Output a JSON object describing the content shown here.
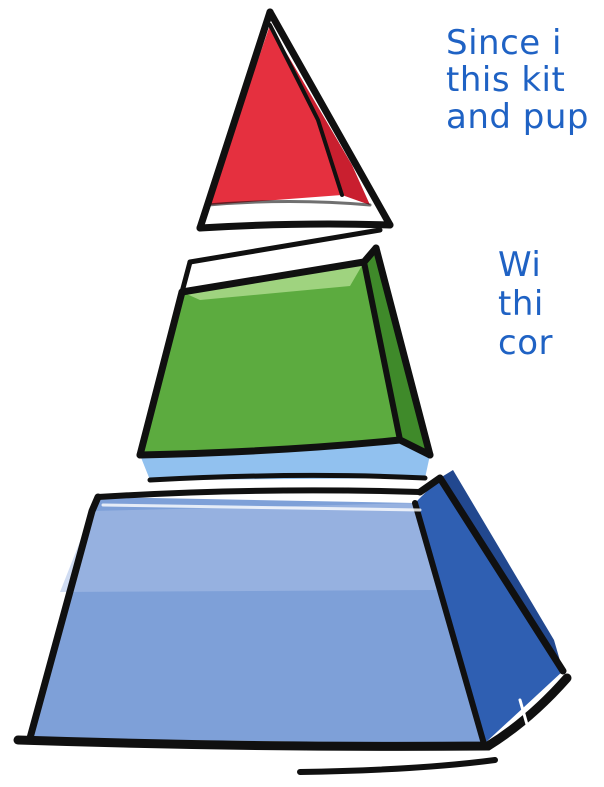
{
  "colors": {
    "text": "#1f62c4",
    "top_tier": "#e5303f",
    "middle_tier": "#5cab3f",
    "bottom_tier": "#6e95d2",
    "outline": "#101010"
  },
  "paragraph_1": {
    "lines": [
      "Since i",
      "this kit",
      "and pup"
    ]
  },
  "paragraph_2": {
    "lines": [
      "Wi",
      "thi",
      "cor"
    ]
  }
}
